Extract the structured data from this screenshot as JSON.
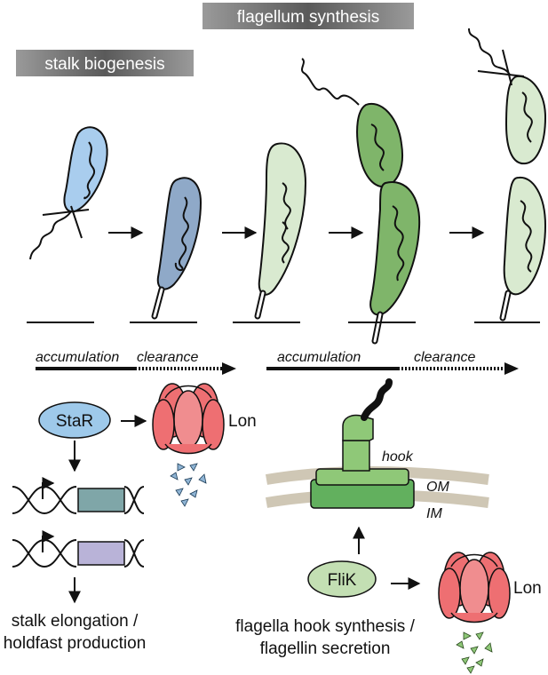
{
  "banners": {
    "stalk": "stalk biogenesis",
    "flagellum": "flagellum synthesis"
  },
  "timeline": {
    "left_accumulation": "accumulation",
    "left_clearance": "clearance",
    "right_accumulation": "accumulation",
    "right_clearance": "clearance"
  },
  "left_pathway": {
    "regulator": "StaR",
    "protease": "Lon",
    "outcome_line1": "stalk elongation /",
    "outcome_line2": "holdfast production"
  },
  "right_pathway": {
    "regulator": "FliK",
    "protease": "Lon",
    "hook_label": "hook",
    "om_label": "OM",
    "im_label": "IM",
    "outcome_line1": "flagella hook synthesis /",
    "outcome_line2": "flagellin secretion"
  },
  "colors": {
    "stalk_cell": "#a9cdee",
    "stalk_cell_dark": "#8fa9c8",
    "green_light": "#d9ead0",
    "green_mid": "#bcd9a8",
    "green_dark": "#7fb56a",
    "lon_red": "#ee6f72",
    "gene_teal": "#7fa6a8",
    "gene_purple": "#b9b3d8",
    "membrane": "#cfc7b5",
    "flik_green": "#c3dfb3",
    "star_blue": "#9ec9ea"
  }
}
